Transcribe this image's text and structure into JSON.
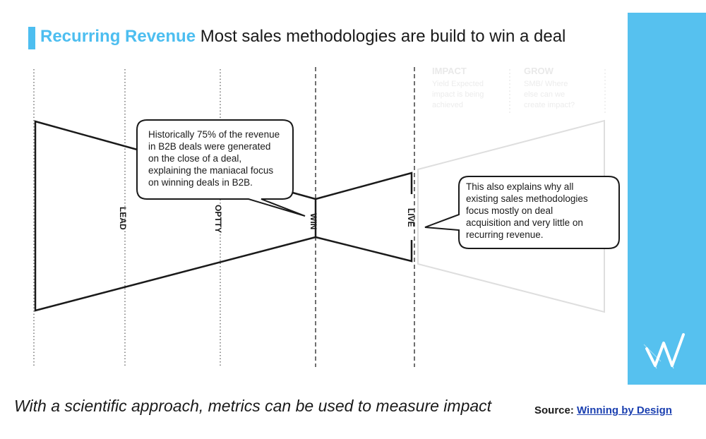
{
  "title": {
    "accent": "Recurring Revenue",
    "text": "Most sales methodologies are build to win a deal"
  },
  "stages": [
    "LEAD",
    "OPTTY",
    "WIN",
    "LIVE"
  ],
  "faded_stages": [
    {
      "heading": "IMPACT",
      "lines": [
        "Yield Expected",
        "impact is being",
        "achieved"
      ]
    },
    {
      "heading": "GROW",
      "lines": [
        "SMB/ Where",
        "else can we",
        "create impact?"
      ]
    }
  ],
  "callouts": [
    {
      "lines": [
        "Historically 75% of the revenue",
        "in B2B deals were generated",
        "on the close of a deal,",
        "explaining the maniacal focus",
        "on winning deals in B2B."
      ]
    },
    {
      "lines": [
        "This also explains why all",
        "existing sales methodologies",
        "focus mostly on deal",
        "acquisition and very little on",
        "recurring revenue."
      ]
    }
  ],
  "footer": {
    "note": "With a scientific approach, metrics can be used to measure impact",
    "source_label": "Source:",
    "source_link": "Winning by Design"
  },
  "colors": {
    "accent": "#4dbef0",
    "band": "#56c1ef",
    "outline": "#1a1a1a",
    "faded": "#dcdcdc"
  },
  "icons": {
    "logo": "winning-by-design-w-logo"
  }
}
